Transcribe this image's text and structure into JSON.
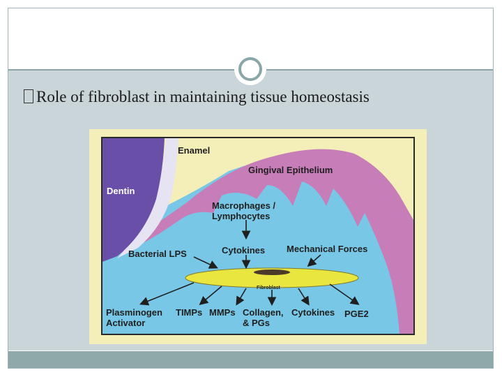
{
  "slide": {
    "bullet_text": "Role of fibroblast in maintaining tissue homeostasis"
  },
  "diagram": {
    "labels": {
      "enamel": "Enamel",
      "gingival_epithelium": "Gingival Epithelium",
      "dentin": "Dentin",
      "macrophages_line1": "Macrophages /",
      "macrophages_line2": "Lymphocytes",
      "bacterial_lps": "Bacterial LPS",
      "cytokines_in": "Cytokines",
      "mechanical_forces": "Mechanical Forces",
      "fibroblast": "Fibroblast",
      "plasminogen_line1": "Plasminogen",
      "plasminogen_line2": "Activator",
      "timps": "TIMPs",
      "mmps": "MMPs",
      "collagen_line1": "Collagen,",
      "collagen_line2": "& PGs",
      "cytokines_out": "Cytokines",
      "pge2": "PGE2"
    },
    "colors": {
      "background": "#f4efb9",
      "dentin": "#6a4fa8",
      "enamel": "#e6e4f2",
      "epithelium": "#c77db8",
      "connective_tissue": "#79c7e6",
      "fibroblast": "#e9e640",
      "nucleus": "#4a3a2a"
    }
  }
}
